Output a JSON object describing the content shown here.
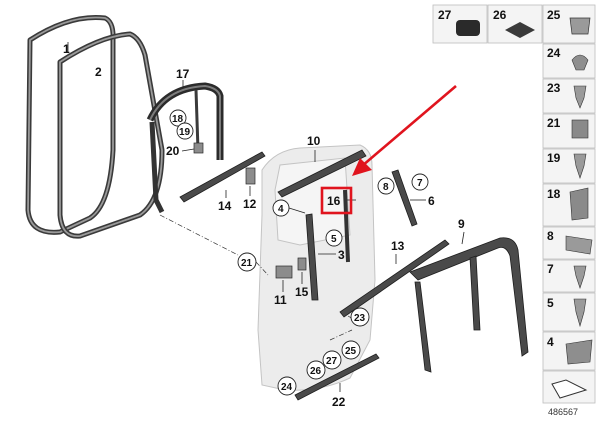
{
  "callouts": {
    "c1": "1",
    "c2": "2",
    "c3": "3",
    "c4": "4",
    "c5": "5",
    "c6": "6",
    "c7": "7",
    "c8": "8",
    "c9": "9",
    "c10": "10",
    "c11": "11",
    "c12": "12",
    "c13": "13",
    "c14": "14",
    "c15": "15",
    "c16": "16",
    "c17": "17",
    "c18": "18",
    "c19": "19",
    "c20": "20",
    "c21": "21",
    "c22": "22",
    "c23": "23",
    "c24": "24",
    "c25": "25",
    "c26": "26",
    "c27": "27"
  },
  "panel": {
    "top": [
      "27",
      "26",
      "25"
    ],
    "side": [
      "24",
      "23",
      "21",
      "19",
      "18",
      "8",
      "7",
      "5",
      "4"
    ]
  },
  "diagram_number": "486567",
  "highlight": {
    "color": "#e0141e",
    "arrow_color": "#e0141e"
  }
}
